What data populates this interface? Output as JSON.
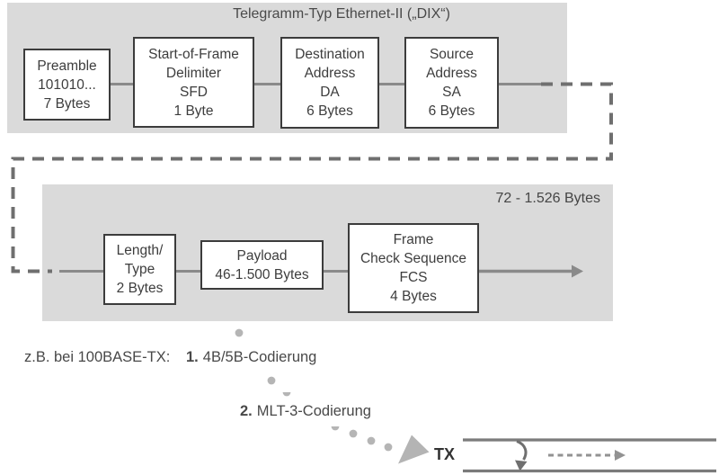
{
  "header": {
    "title": "Telegramm-Typ Ethernet-II („DIX“)"
  },
  "frame_row1": {
    "boxes": [
      {
        "name": "preamble",
        "lines": [
          "Preamble",
          "101010...",
          "7 Bytes"
        ]
      },
      {
        "name": "start-of-frame-delimiter",
        "lines": [
          "Start-of-Frame",
          "Delimiter",
          "SFD",
          "1 Byte"
        ]
      },
      {
        "name": "destination-address",
        "lines": [
          "Destination",
          "Address",
          "DA",
          "6 Bytes"
        ]
      },
      {
        "name": "source-address",
        "lines": [
          "Source",
          "Address",
          "SA",
          "6 Bytes"
        ]
      }
    ]
  },
  "frame_row2": {
    "size_label": "72 - 1.526 Bytes",
    "boxes": [
      {
        "name": "length-type",
        "lines": [
          "Length/",
          "Type",
          "2 Bytes"
        ]
      },
      {
        "name": "payload",
        "lines": [
          "Payload",
          "46-1.500 Bytes"
        ]
      },
      {
        "name": "frame-check-sequence",
        "lines": [
          "Frame",
          "Check Sequence",
          "FCS",
          "4 Bytes"
        ]
      }
    ]
  },
  "annotations": {
    "example_prefix": "z.B. bei 100BASE-TX:",
    "step1_number": "1.",
    "step1_label": "4B/5B-Codierung",
    "step2_number": "2.",
    "step2_label": "MLT-3-Codierung",
    "tx_label": "TX"
  },
  "colors": {
    "panel_gray": "#dadada",
    "box_border": "#3c3c3c",
    "text_gray": "#3d3d3d",
    "connector_gray": "#8a8a8a",
    "dash_gray": "#6f6f6f",
    "dot_gray": "#b5b5b5",
    "triangle_gray": "#b4b4b4",
    "cable_gray": "#7b7b7b"
  }
}
